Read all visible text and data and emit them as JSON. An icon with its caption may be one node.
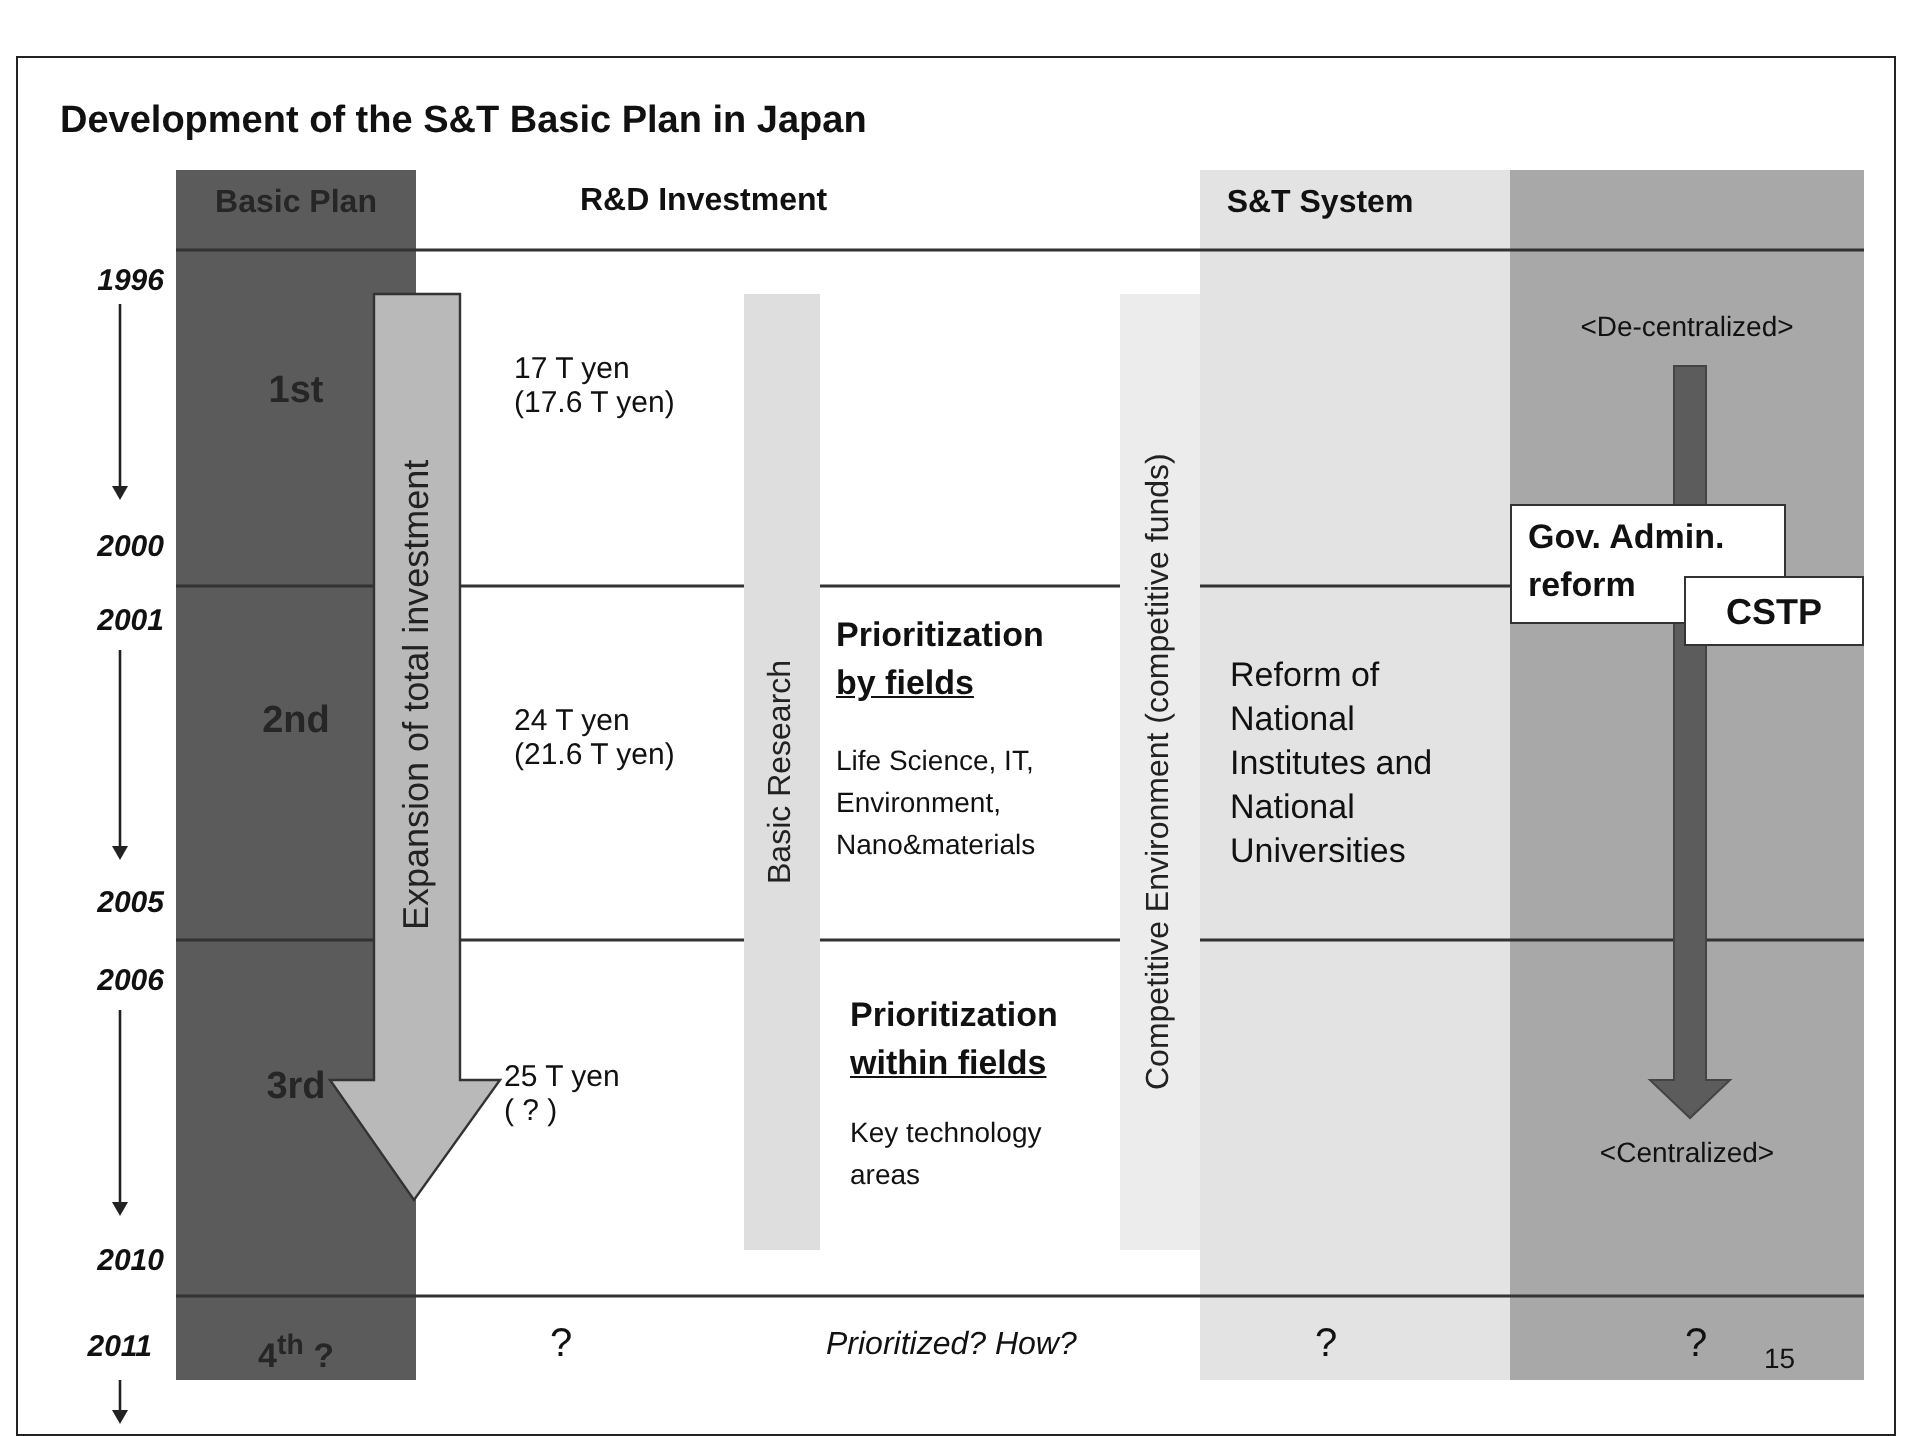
{
  "diagram": {
    "title": "Development of the S&T Basic Plan in Japan",
    "nodes": [
      {
        "text": [
          "Basic Plan",
          "1st",
          "2nd",
          "3rd",
          "4$^{th}$ ?"
        ]
      },
      {
        "text": [
          "Expansion of total investment"
        ]
      },
      {
        "text": [
          "Basic Research"
        ]
      },
      {
        "text": [
          "S&T System",
          "Reform of National Institutes and National Universities",
          "?"
        ]
      },
      {
        "text": [
          "Competitive Environment (competitive funds)"
        ]
      },
      {
        "text": [
          "<De-centralized>",
          "<Centralized>",
          "?"
        ]
      },
      {
        "text": [
          "Gov. Admin. reform"
        ],
        "in": 5
      },
      {
        "text": [
          "CSTP"
        ],
        "in": 5
      }
    ],
    "labels": [
      "R&D Investment",
      "1996",
      "17 T yen (17.6 T yen)",
      "2000",
      "2001",
      "Prioritization",
      "by fields",
      "24 T yen (21.6 T yen)",
      "Life Science, IT, Environment, Nano&materials",
      "2005",
      "2006",
      "Prioritization",
      "within fields",
      "25 T yen ( ? )",
      "Key technology areas",
      "2010",
      "2011",
      "?",
      "Prioritized? How?",
      "15"
    ]
  }
}
